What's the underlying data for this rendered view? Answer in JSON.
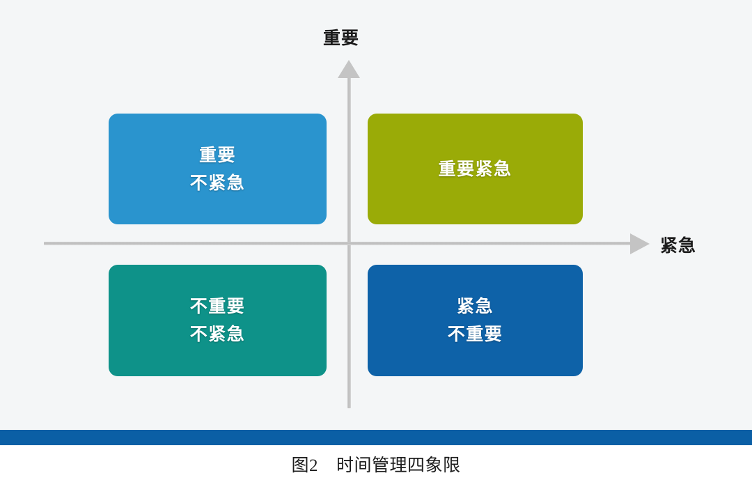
{
  "figure": {
    "background_color": "#f4f6f7",
    "caption_number": "图2",
    "caption_title": "时间管理四象限",
    "bottom_bar_color": "#0b5fa5"
  },
  "axes": {
    "vertical": {
      "label": "重要",
      "icon": "arrow-up-icon",
      "color": "#c4c4c4"
    },
    "horizontal": {
      "label": "紧急",
      "icon": "arrow-right-icon",
      "color": "#c4c4c4"
    }
  },
  "chart_data": {
    "type": "matrix",
    "title": "时间管理四象限",
    "xlabel": "紧急",
    "ylabel": "重要",
    "quadrants": [
      {
        "position": "top-left",
        "lines": [
          "重要",
          "不紧急"
        ],
        "color": "#2a94ce",
        "shadow_color": "#1c6e9c",
        "x": "not-urgent",
        "y": "important"
      },
      {
        "position": "top-right",
        "lines": [
          "重要紧急"
        ],
        "color": "#9aab07",
        "shadow_color": "#78850b",
        "x": "urgent",
        "y": "important"
      },
      {
        "position": "bottom-left",
        "lines": [
          "不重要",
          "不紧急"
        ],
        "color": "#0e9289",
        "shadow_color": "#0a6f69",
        "x": "not-urgent",
        "y": "not-important"
      },
      {
        "position": "bottom-right",
        "lines": [
          "紧急",
          "不重要"
        ],
        "color": "#0e62a8",
        "shadow_color": "#0a4a80",
        "x": "urgent",
        "y": "not-important"
      }
    ]
  }
}
